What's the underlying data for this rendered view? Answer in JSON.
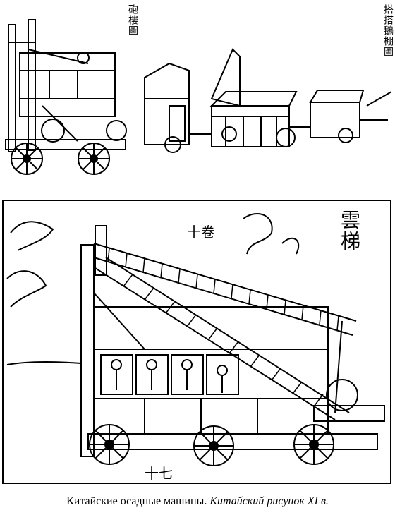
{
  "top_panel": {
    "title_left": "砲樓圖",
    "title_right": "搭搭鵝棚圖"
  },
  "bottom_panel": {
    "title": "雲梯",
    "label_top": "十卷",
    "label_bottom": "十七"
  },
  "caption": {
    "text_plain": "Китайские осадные машины. ",
    "text_italic": "Китайский рисунок XI в."
  }
}
